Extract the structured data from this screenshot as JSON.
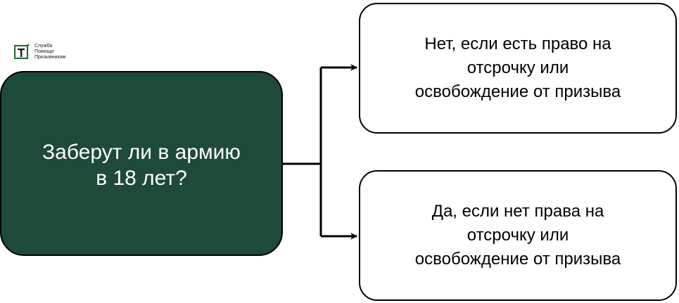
{
  "logo": {
    "lines": [
      "Служба",
      "Помощи",
      "Призывникам"
    ],
    "icon": "logo-icon",
    "color": "#2e6b3a"
  },
  "question": {
    "lines": [
      "Заберут ли в армию",
      "в 18 лет?"
    ],
    "background": "#1e4a3a"
  },
  "answers": [
    {
      "lines": [
        "Нет, если есть право на",
        "отсрочку или",
        "освобождение от призыва"
      ]
    },
    {
      "lines": [
        "Да, если нет права на",
        "отсрочку или",
        "освобождение от призыва"
      ]
    }
  ]
}
